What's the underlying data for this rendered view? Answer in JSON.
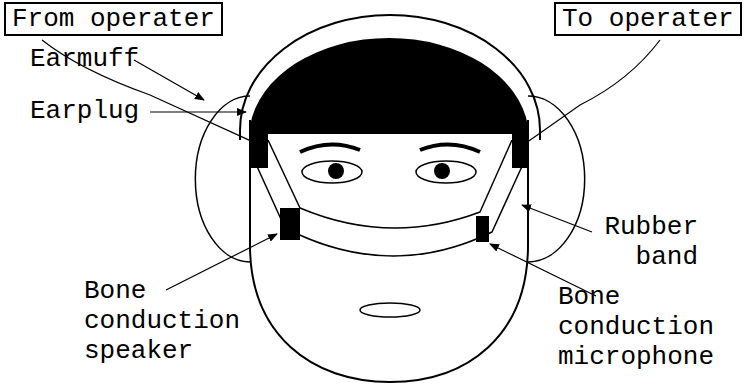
{
  "diagram": {
    "nodes": [
      {
        "text": [
          "From operater"
        ]
      },
      {
        "text": [
          "To operater"
        ]
      }
    ],
    "labels": [
      "Earmuff",
      "Earplug",
      "Bone conduction speaker",
      "Rubber band",
      "Bone conduction microphone"
    ]
  }
}
